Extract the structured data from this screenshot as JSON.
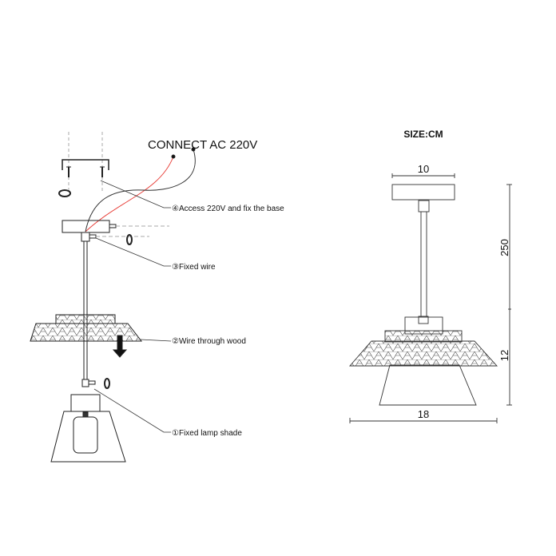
{
  "left_diagram": {
    "title": "CONNECT AC 220V",
    "steps": [
      {
        "label": "④Access 220V and fix the base"
      },
      {
        "label": "③Fixed wire"
      },
      {
        "label": "②Wire through wood"
      },
      {
        "label": "①Fixed lamp shade"
      }
    ],
    "colors": {
      "live_wire": "#e8423c",
      "neutral_wire": "#333333"
    }
  },
  "right_diagram": {
    "size_unit_label": "SIZE:CM",
    "dimensions": {
      "base_width": "10",
      "total_height": "250",
      "lamp_height": "12",
      "lamp_width": "18"
    }
  }
}
